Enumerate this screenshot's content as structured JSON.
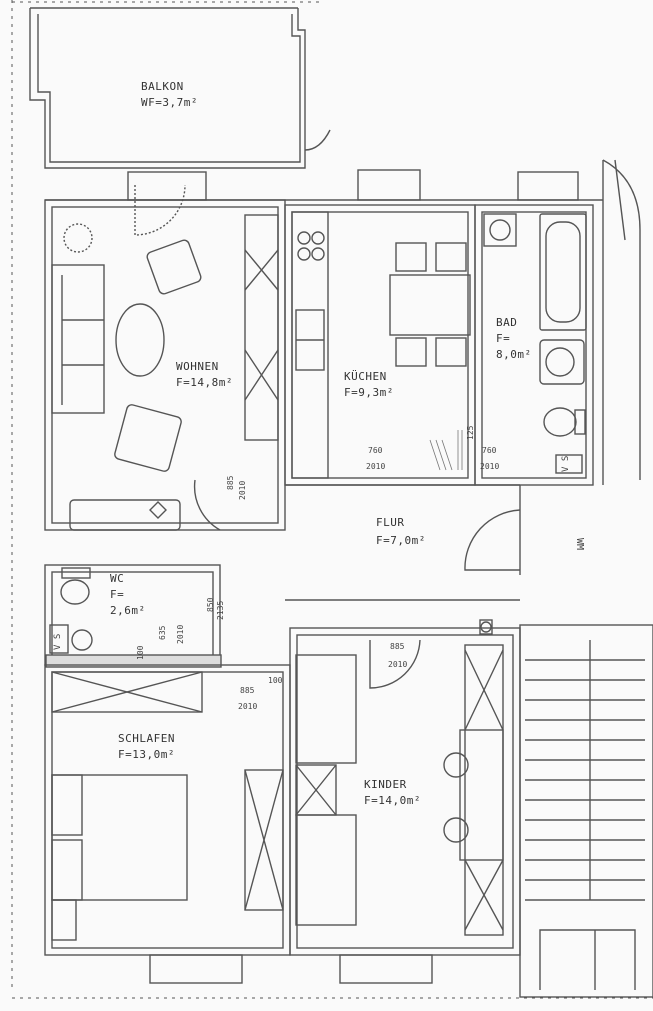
{
  "rooms": {
    "balkon": {
      "name": "BALKON",
      "area": "WF=3,7m²"
    },
    "wohnen": {
      "name": "WOHNEN",
      "area": "F=14,8m²"
    },
    "kuechen": {
      "name": "KÜCHEN",
      "area": "F=9,3m²"
    },
    "bad": {
      "name": "BAD",
      "area1": "F=",
      "area2": "8,0m²"
    },
    "flur": {
      "name": "FLUR",
      "area": "F=7,0m²"
    },
    "wc": {
      "name": "WC",
      "area1": "F=",
      "area2": "2,6m²"
    },
    "schlafen": {
      "name": "SCHLAFEN",
      "area": "F=13,0m²"
    },
    "kinder": {
      "name": "KINDER",
      "area": "F=14,0m²"
    }
  },
  "dimensions": {
    "wohnen_door": [
      "885",
      "2010"
    ],
    "kuechen_door": [
      "760",
      "2010"
    ],
    "bad_door": [
      "760",
      "2010"
    ],
    "bad_small": "125",
    "wc_door": [
      "850",
      "2135"
    ],
    "wc_niche": [
      "635",
      "2010"
    ],
    "wc_sill": "100",
    "kinder_door": [
      "885",
      "2010"
    ],
    "schlafen_door": [
      "885",
      "2010"
    ],
    "schlafen_sill": "100"
  },
  "marks": {
    "vs_bad": "V S",
    "vs_wc": "V S",
    "wm": "WM"
  },
  "colors": {
    "ink": "#555555",
    "paper": "#fafafa"
  }
}
